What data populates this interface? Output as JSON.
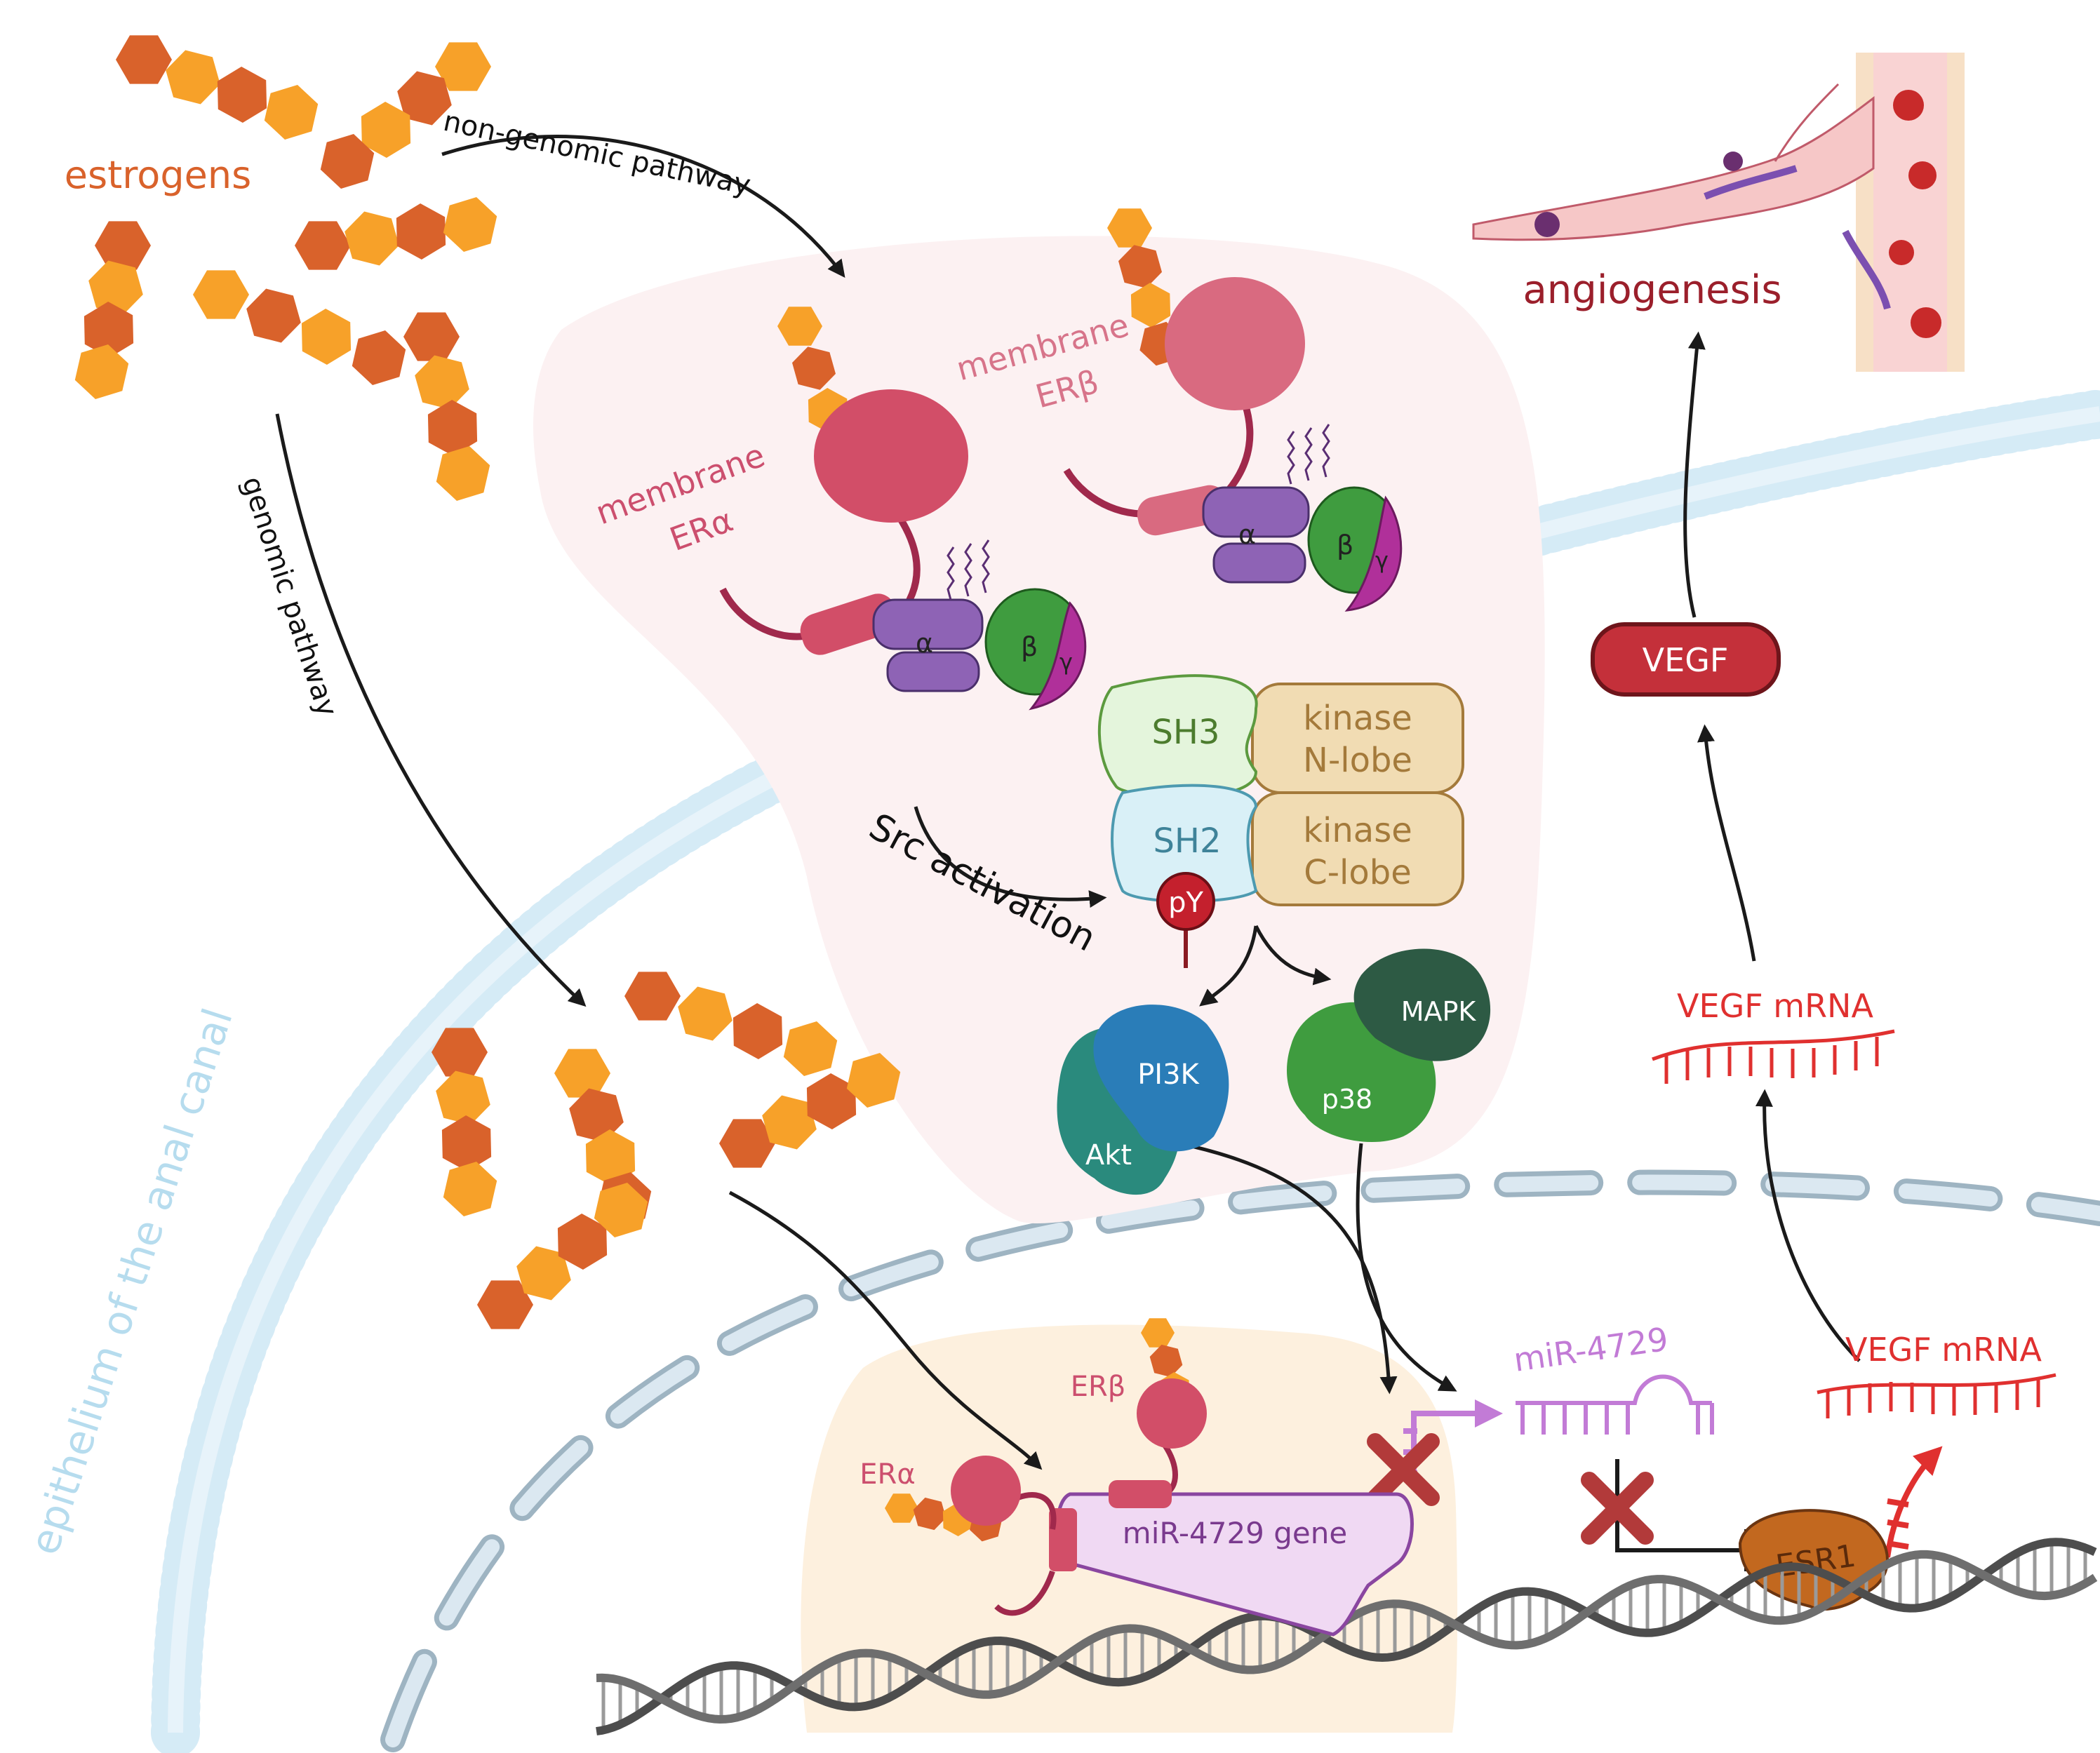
{
  "labels": {
    "estrogens": "estrogens",
    "non_genomic": "non-genomic pathway",
    "genomic": "genomic pathway",
    "membrane_er_alpha_line1": "membrane",
    "membrane_er_alpha_line2": "ERα",
    "membrane_er_beta_line1": "membrane",
    "membrane_er_beta_line2": "ERβ",
    "g_alpha": "α",
    "g_beta": "β",
    "g_gamma": "γ",
    "sh3": "SH3",
    "sh2": "SH2",
    "kinase_n_line1": "kinase",
    "kinase_n_line2": "N-lobe",
    "kinase_c_line1": "kinase",
    "kinase_c_line2": "C-lobe",
    "py": "pY",
    "src_activation": "Src activation",
    "pi3k": "PI3K",
    "akt": "Akt",
    "mapk": "MAPK",
    "p38": "p38",
    "epithelium": "epithelium of the anal canal",
    "angiogenesis": "angiogenesis",
    "vegf": "VEGF",
    "vegf_mrna_upper": "VEGF mRNA",
    "vegf_mrna_lower": "VEGF mRNA",
    "mir_4729": "miR-4729",
    "mir_gene": "miR-4729 gene",
    "er_beta_nuc": "ERβ",
    "er_alpha_nuc": "ERα",
    "esr1": "ESR1"
  },
  "colors": {
    "estrogen_dark": "#d9622b",
    "estrogen_light": "#f7a129",
    "receptor": "#d0506e",
    "g_alpha": "#8e63b5",
    "g_beta": "#3f9c3f",
    "g_gamma": "#b0309a",
    "membrane": "#bcdff0",
    "mirna": "#c27bd6",
    "vegf_red": "#e0302f",
    "inhibit": "#b23a3a"
  }
}
